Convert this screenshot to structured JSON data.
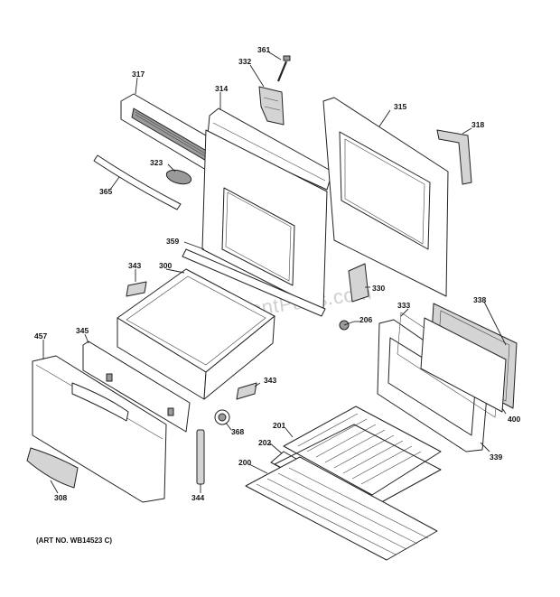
{
  "watermark": "eReplacementParts.com",
  "art_number": "(ART NO. WB14523 C)",
  "labels": {
    "p361": "361",
    "p332": "332",
    "p317": "317",
    "p314": "314",
    "p315": "315",
    "p318": "318",
    "p323": "323",
    "p365": "365",
    "p359": "359",
    "p343a": "343",
    "p300": "300",
    "p330": "330",
    "p206": "206",
    "p333": "333",
    "p338": "338",
    "p457": "457",
    "p345": "345",
    "p343b": "343",
    "p368": "368",
    "p201": "201",
    "p202": "202",
    "p200": "200",
    "p344": "344",
    "p308": "308",
    "p400": "400",
    "p339": "339"
  }
}
